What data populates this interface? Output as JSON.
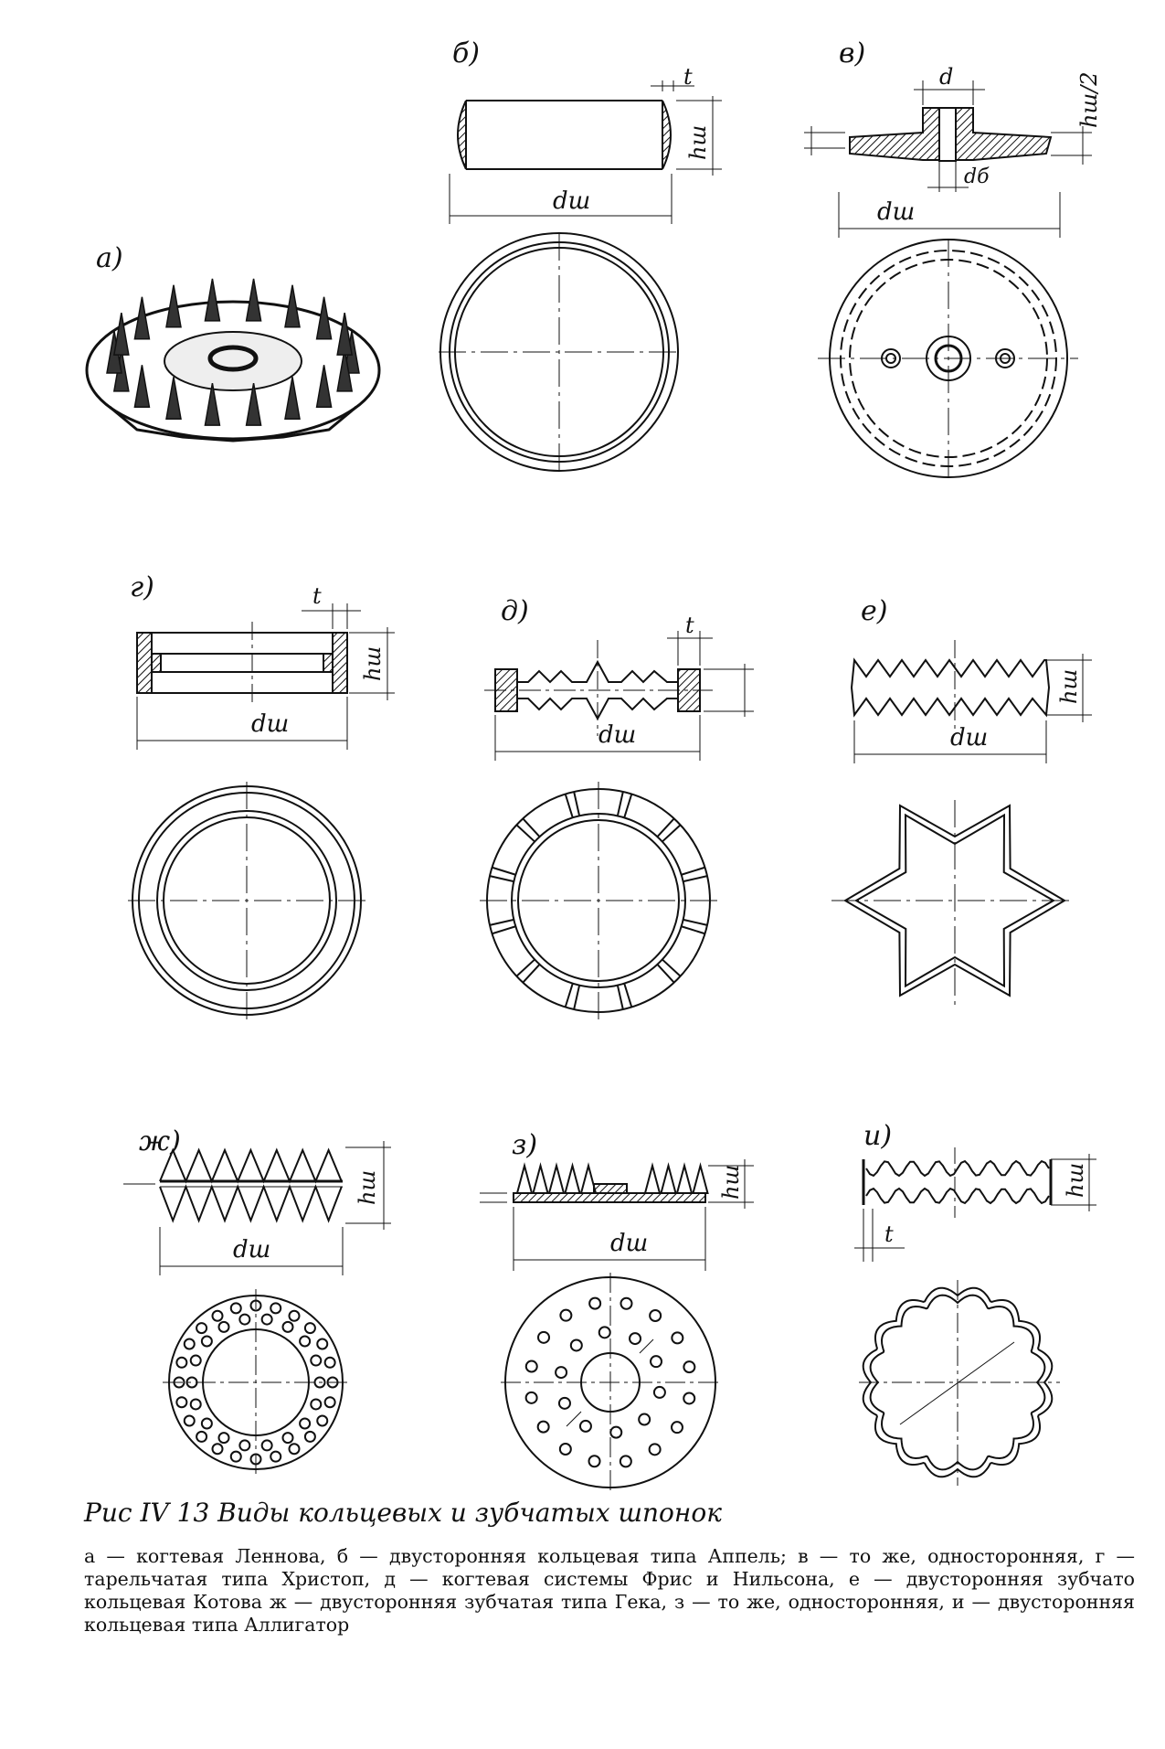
{
  "figure": {
    "caption_title": "Рис IV 13 Виды кольцевых и зубчатых шпонок",
    "caption_text": "а — когтевая Леннова, б — двусторонняя кольцевая типа Аппель; в — то же, односторонняя, г — тарельчатая типа Христоп, д — когтевая системы Фрис и Нильсона, е — двусторонняя зубчато кольцевая Котова ж — двусторонняя зубчатая типа Гека, з — то же, односторонняя, и — двусторонняя кольцевая типа Аллигатор"
  },
  "panels": {
    "a": {
      "letter": "а)"
    },
    "b": {
      "letter": "б)",
      "dim_t": "t",
      "dim_h": "hш",
      "dim_d": "dш"
    },
    "v": {
      "letter": "в)",
      "dim_d": "d",
      "dim_h": "hш/2",
      "dim_d_total": "dш",
      "dim_db": "dб"
    },
    "g": {
      "letter": "г)",
      "dim_t": "t",
      "dim_h": "hш",
      "dim_d": "dш"
    },
    "d": {
      "letter": "д)",
      "dim_t": "t",
      "dim_d": "dш"
    },
    "e": {
      "letter": "е)",
      "dim_h": "hш",
      "dim_d": "dш"
    },
    "zh": {
      "letter": "ж)",
      "dim_h": "hш",
      "dim_d": "dш"
    },
    "z": {
      "letter": "з)",
      "dim_h": "hш",
      "dim_d": "dш"
    },
    "i": {
      "letter": "и)",
      "dim_h": "hш",
      "dim_t": "t"
    }
  }
}
